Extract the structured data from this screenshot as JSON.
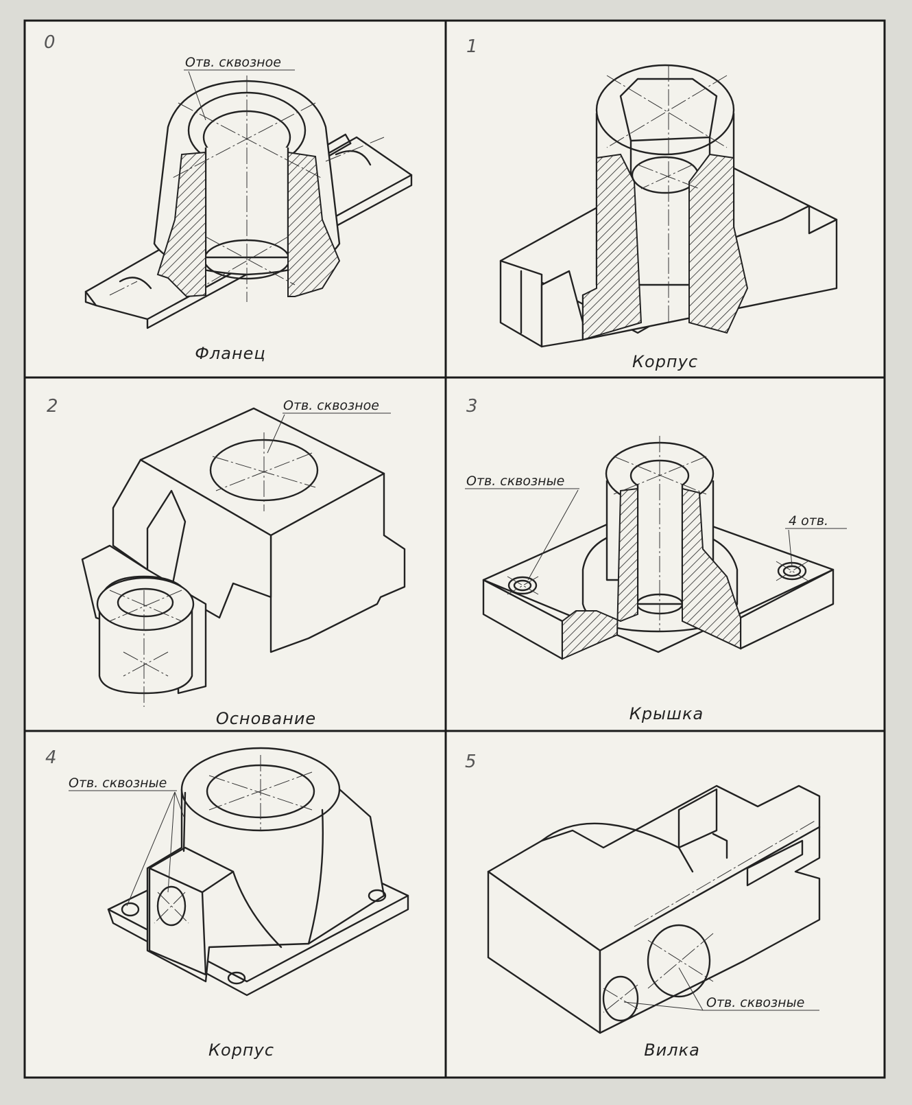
{
  "sheet": {
    "cells": [
      {
        "number": "0",
        "name": "Фланец",
        "notes": [
          "Отв. сквозное"
        ]
      },
      {
        "number": "1",
        "name": "Корпус",
        "notes": []
      },
      {
        "number": "2",
        "name": "Основание",
        "notes": [
          "Отв. сквозное"
        ]
      },
      {
        "number": "3",
        "name": "Крышка",
        "notes": [
          "Отв. сквозные",
          "4 отв."
        ]
      },
      {
        "number": "4",
        "name": "Корпус",
        "notes": [
          "Отв. сквозные"
        ]
      },
      {
        "number": "5",
        "name": "Вилка",
        "notes": [
          "Отв. сквозные"
        ]
      }
    ]
  },
  "colors": {
    "paper": "#f3f2ec",
    "ink": "#222222",
    "background": "#dcdcd6"
  }
}
